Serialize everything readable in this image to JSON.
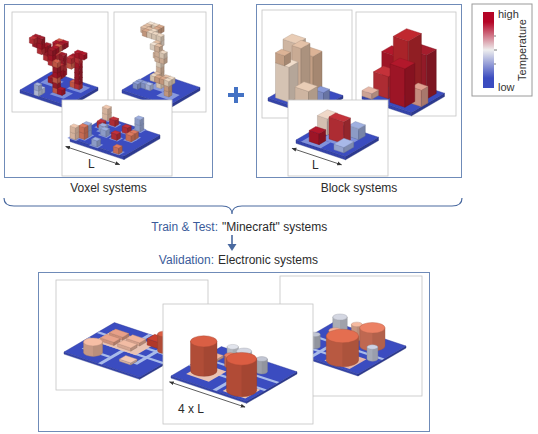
{
  "diagram": {
    "nodes": [
      {
        "text": [
          "Voxel systems"
        ]
      },
      {
        "text": [
          "Block systems"
        ]
      },
      {
        "text": [
          "Validation:",
          "Electronic systems"
        ]
      }
    ],
    "labels": [
      "Temperature",
      "L",
      "L",
      "Train & Test:",
      "\"Minecraft\" systems",
      "4 x L"
    ],
    "legend": [
      {
        "text": "high",
        "color": "#b40426"
      },
      {
        "text": "low",
        "color": "#3b4cc0"
      }
    ]
  }
}
